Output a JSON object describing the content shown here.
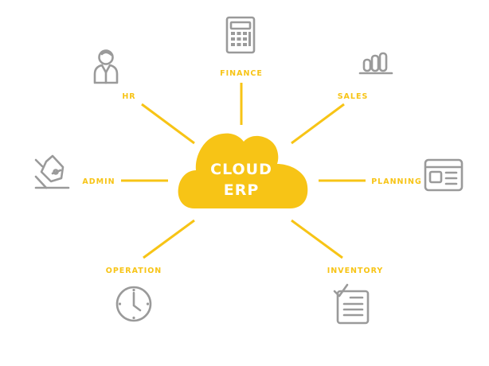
{
  "center": {
    "line1": "CLOUD",
    "line2": "ERP"
  },
  "nodes": {
    "finance": {
      "label": "FINANCE",
      "icon": "calculator-icon"
    },
    "sales": {
      "label": "SALES",
      "icon": "bar-chart-icon"
    },
    "planning": {
      "label": "PLANNING",
      "icon": "id-card-icon"
    },
    "inventory": {
      "label": "INVENTORY",
      "icon": "checklist-icon"
    },
    "operation": {
      "label": "OPERATION",
      "icon": "clock-icon"
    },
    "admin": {
      "label": "ADMIN",
      "icon": "pen-nib-icon"
    },
    "hr": {
      "label": "HR",
      "icon": "person-icon"
    }
  },
  "colors": {
    "accent": "#f7c416",
    "icon": "#9a9a9a",
    "text_on_accent": "#ffffff"
  }
}
